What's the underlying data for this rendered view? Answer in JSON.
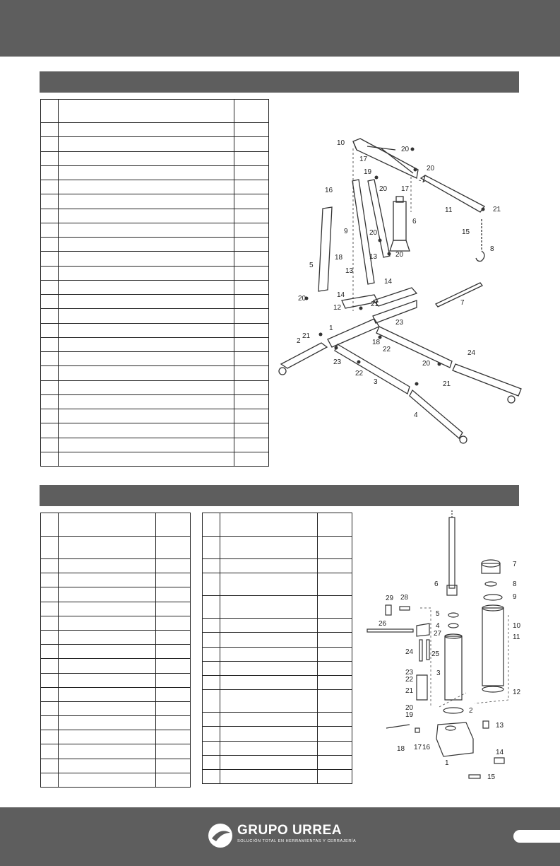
{
  "footer": {
    "brand": "GRUPO URREA",
    "tagline": "SOLUCIÓN TOTAL EN HERRAMIENTAS Y CERRAJERÍA"
  },
  "crane_table": {
    "rows": 24
  },
  "jack_table_left": {
    "rows": 17,
    "tall_rows": [
      1
    ]
  },
  "jack_table_right": {
    "rows": 15,
    "tall_rows": [
      1,
      3,
      4,
      10
    ]
  },
  "crane_diagram": {
    "labels": [
      "1",
      "2",
      "3",
      "4",
      "5",
      "6",
      "7",
      "8",
      "9",
      "10",
      "11",
      "12",
      "13",
      "13",
      "14",
      "14",
      "15",
      "16",
      "17",
      "17",
      "18",
      "18",
      "19",
      "20",
      "20",
      "20",
      "20",
      "20",
      "20",
      "20",
      "21",
      "21",
      "21",
      "21",
      "22",
      "22",
      "23",
      "23",
      "24"
    ]
  },
  "jack_diagram": {
    "labels": [
      "1",
      "2",
      "3",
      "4",
      "5",
      "6",
      "7",
      "8",
      "9",
      "10",
      "11",
      "12",
      "13",
      "14",
      "15",
      "16",
      "17",
      "18",
      "19",
      "20",
      "21",
      "22",
      "23",
      "24",
      "25",
      "26",
      "27",
      "28",
      "29"
    ]
  }
}
